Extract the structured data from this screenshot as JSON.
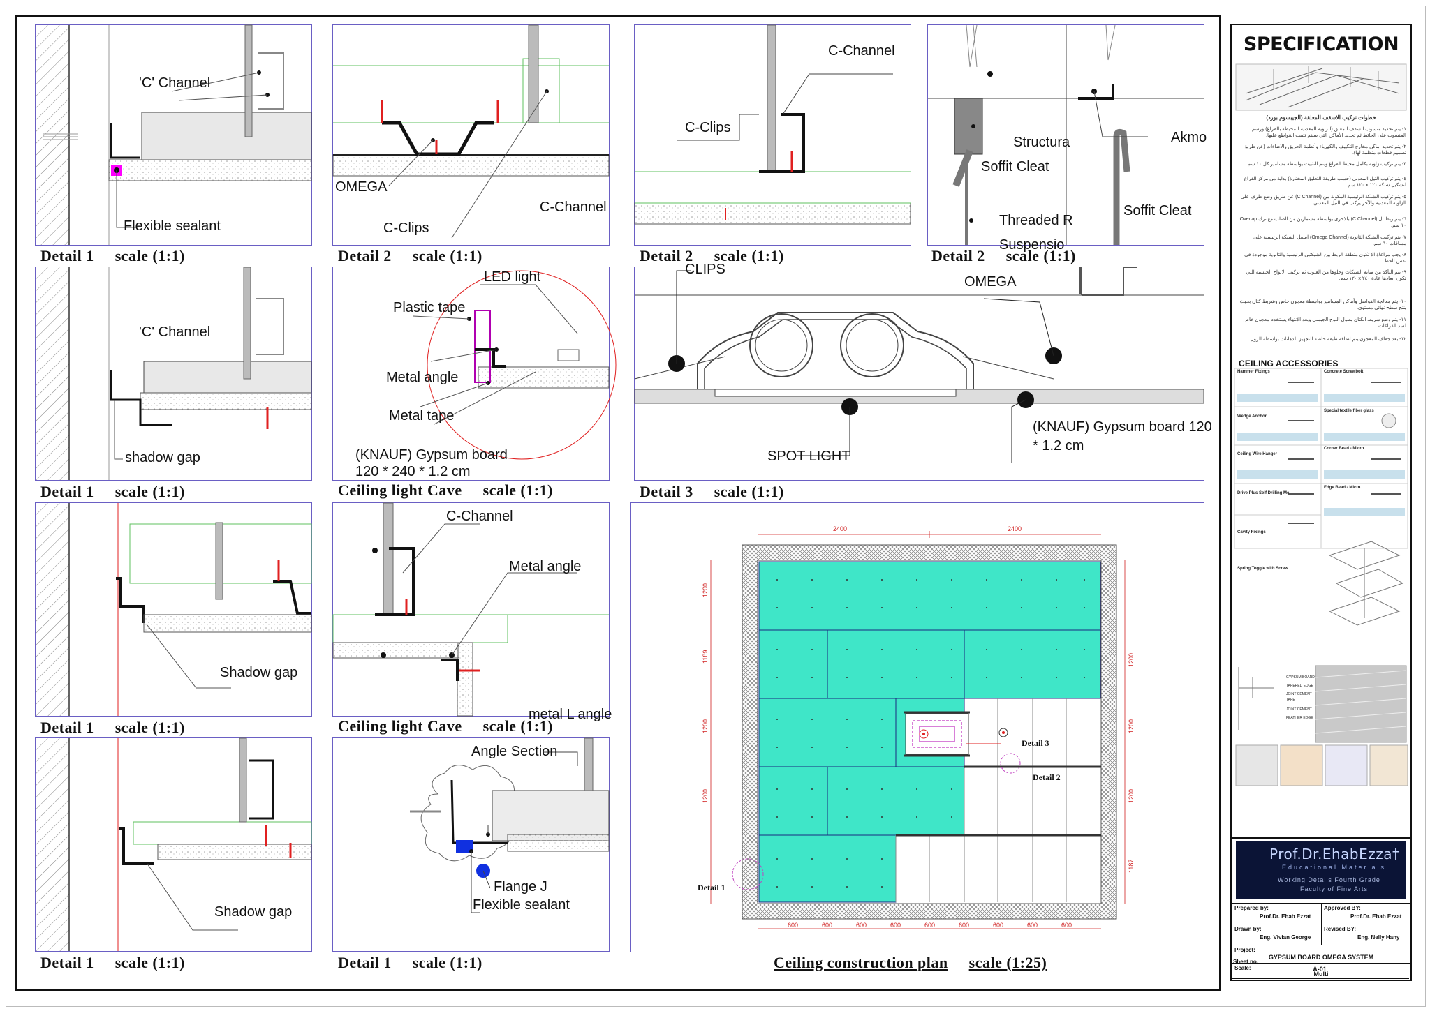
{
  "details": {
    "d1a": {
      "title": "Detail 1",
      "scale": "scale (1:1)",
      "labels": {
        "c_channel": "'C' Channel",
        "sealant": "Flexible sealant"
      }
    },
    "d2a": {
      "title": "Detail 2",
      "scale": "scale (1:1)",
      "labels": {
        "omega": "OMEGA",
        "c_clips": "C-Clips",
        "c_channel": "C-Channel"
      }
    },
    "d2b": {
      "title": "Detail 2",
      "scale": "scale (1:1)",
      "labels": {
        "c_channel": "C-Channel",
        "c_clips": "C-Clips"
      }
    },
    "d2c": {
      "title": "Detail 2",
      "scale": "scale (1:1)",
      "labels": {
        "structural": "Structura",
        "soffit1": "Soffit Cleat",
        "threaded": "Threaded R",
        "suspension": "Suspensio",
        "akmo": "Akmo",
        "soffit2": "Soffit Cleat"
      }
    },
    "d1b": {
      "title": "Detail 1",
      "scale": "scale (1:1)",
      "labels": {
        "c_channel": "'C' Channel",
        "shadow": "shadow gap"
      }
    },
    "cave1": {
      "title": "Ceiling light Cave",
      "scale": "scale (1:1)",
      "labels": {
        "led": "LED light",
        "plastic": "Plastic tape",
        "metal_angle": "Metal angle",
        "metal_tape": "Metal tape",
        "board1": "(KNAUF) Gypsum board",
        "board2": "120 * 240 * 1.2 cm"
      }
    },
    "d3": {
      "title": "Detail 3",
      "scale": "scale (1:1)",
      "labels": {
        "clips": "CLIPS",
        "omega": "OMEGA",
        "spot": "SPOT LIGHT",
        "board1": "(KNAUF) Gypsum board 120",
        "board2": "* 1.2 cm"
      }
    },
    "d1c": {
      "title": "Detail 1",
      "scale": "scale (1:1)",
      "labels": {
        "shadow": "Shadow gap"
      }
    },
    "cave2": {
      "title": "Ceiling light Cave",
      "scale": "scale (1:1)",
      "labels": {
        "c_channel": "C-Channel",
        "metal_angle": "Metal angle",
        "metal_l": "metal L angle"
      }
    },
    "d1d": {
      "title": "Detail 1",
      "scale": "scale (1:1)",
      "labels": {
        "shadow": "Shadow gap"
      }
    },
    "d1e": {
      "title": "Detail 1",
      "scale": "scale (1:1)",
      "labels": {
        "angle": "Angle Section",
        "flange": "Flange J",
        "sealant": "Flexible sealant"
      }
    },
    "plan": {
      "title": "Ceiling construction plan",
      "scale": "scale (1:25)",
      "labels": {
        "detail3": "Detail 3",
        "detail2": "Detail 2",
        "detail1": "Detail 1"
      },
      "top_dims": [
        "2400",
        "2400"
      ],
      "left_dims": [
        "1200",
        "1189",
        "1200",
        "1200"
      ],
      "right_dims": [
        "1200",
        "1200",
        "1200",
        "1187"
      ],
      "bottom_dims": [
        "600",
        "600",
        "600",
        "600",
        "600",
        "600",
        "600",
        "600",
        "600"
      ]
    }
  },
  "spec": {
    "title": "SPECIFICATION",
    "steps_heading": "خطوات تركيب الاسقف المعلقة (الجيبسوم بورد)",
    "steps": [
      "١- يتم تحديد منسوب السقف المعلق (الزاوية المعدنية المحيطة بالفراغ) ورسم المنسوب على الحائط ثم تحديد الأماكن التي سيتم تثبيت القواطع عليها.",
      "٢- يتم تحديد اماكن مخارج التكييف والكهرباء وأنظمة الحريق والاضاءات (عن طريق تصميم قطعات منظمة لها).",
      "٣- يتم تركيب زاوية بكامل محيط الفراغ ويتم التثبيت بواسطة مسامير كل ١٠ سم.",
      "٤- يتم تركيب التيل المعدني (حسب طريقة التعليق المختارة) بداية من مركز الفراغ لتشكيل شبكة ١٢٠ x ١٢٠ سم.",
      "٥- يتم تركيب الشبكة الرئيسية المكونة من (C Channel) عن طريق وضع طرف على الزاوية المعدنية والآخر يركب في التيل المعدني.",
      "٦- يتم ربط ال (C Channel) بالاخرى بواسطة مسمارين من الصلب مع ترك Overlap ١٠ سم.",
      "٧- يتم تركيب الشبكة الثانوية (Omega Channel) اسفل الشبكة الرئيسية على مسافات ٦٠ سم.",
      "٨- يجب مراعاة الا تكون منطقة الربط بين الشبكتين الرئيسية والثانوية موجودة في نفس الخط.",
      "٩- يتم التأكد من متانة الشبكات وخلوها من العيوب ثم تركيب الالواح الجبسية التي تكون ابعادها عادة ٢٤٠ x ١٢٠ سم.",
      "١٠- يتم معالجة الفواصل وأماكن المسامير بواسطة معجون خاص وشريط كتان بحيث ينتج سطح نهائي مستوي.",
      "١١- يتم وضع شريط الكتان بطول اللوح الجبسي وبعد الانتهاء يستخدم معجون خاص لسد الفراغات.",
      "١٢- بعد جفاف المعجون يتم اضافة طبقة خاصة للتجهيز للدهانات بواسطة الرول."
    ],
    "accessories_title": "CEILING ACCESSORIES",
    "accessories": [
      "Hammer Fixings",
      "Concrete Screwbolt",
      "Wedge Anchor",
      "Special textile fiber glass",
      "Ceiling Wire Hanger",
      "Corner Bead - Micro",
      "Drive Plus Self Drilling Me",
      "Edge Bead - Micro",
      "Cavity Fixings",
      "Spring Toggle with Screw"
    ],
    "joint_labels": [
      "GYPSUM BOARD",
      "TAPERED EDGE",
      "JOINT CEMENT",
      "TAPE",
      "JOINT CEMENT",
      "FEATHER EDGE"
    ]
  },
  "title_block": {
    "logo_name": "Prof.Dr.EhabEzza†",
    "logo_sub": "Educational Materials",
    "logo_line1": "Working Details Fourth Grade",
    "logo_line2": "Faculty of Fine Arts",
    "prepared_label": "Prepared by:",
    "prepared_value": "Prof.Dr. Ehab Ezzat",
    "approved_label": "Approved BY:",
    "approved_value": "Prof.Dr. Ehab Ezzat",
    "drawn_label": "Drawn by:",
    "drawn_value": "Eng. Vivian George",
    "revised_label": "Revised BY:",
    "revised_value": "Eng. Nelly Hany",
    "project_label": "Project:",
    "project_value": "GYPSUM BOARD OMEGA SYSTEM",
    "scale_label": "Scale:",
    "scale_value": "Multi",
    "sheet_label": "Sheet no.",
    "sheet_value": "A-01"
  },
  "colors": {
    "frame": "#6a5fc4",
    "board_fill": "#3fe6c8",
    "accent_red": "#e02020",
    "sealant": "#ff00ff",
    "flange": "#1030e0"
  }
}
